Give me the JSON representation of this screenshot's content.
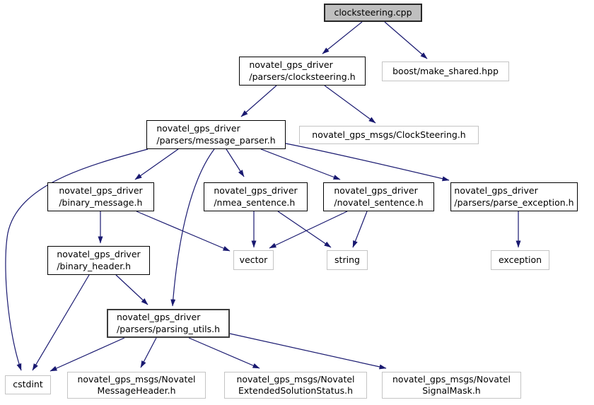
{
  "diagram": {
    "type": "include-dependency-graph",
    "root_file": "clocksteering.cpp",
    "colors": {
      "background": "#ffffff",
      "edge": "#191970",
      "node_fill": "#ffffff",
      "node_border": "#000000",
      "external_node_border": "#c4c4c4",
      "root_node_fill": "#bfbfbf",
      "text": "#000000"
    },
    "nodes": [
      {
        "id": "clocksteering-cpp",
        "label": "clocksteering.cpp",
        "type": "root"
      },
      {
        "id": "parsers-clocksteering-h",
        "label": "novatel_gps_driver\n/parsers/clocksteering.h",
        "type": "internal"
      },
      {
        "id": "boost-make-shared-hpp",
        "label": "boost/make_shared.hpp",
        "type": "external"
      },
      {
        "id": "parsers-message-parser-h",
        "label": "novatel_gps_driver\n/parsers/message_parser.h",
        "type": "internal"
      },
      {
        "id": "msgs-clocksteering-h",
        "label": "novatel_gps_msgs/ClockSteering.h",
        "type": "external"
      },
      {
        "id": "binary-message-h",
        "label": "novatel_gps_driver\n/binary_message.h",
        "type": "internal"
      },
      {
        "id": "nmea-sentence-h",
        "label": "novatel_gps_driver\n/nmea_sentence.h",
        "type": "internal"
      },
      {
        "id": "novatel-sentence-h",
        "label": "novatel_gps_driver\n/novatel_sentence.h",
        "type": "internal"
      },
      {
        "id": "parsers-parse-exception-h",
        "label": "novatel_gps_driver\n/parsers/parse_exception.h",
        "type": "internal"
      },
      {
        "id": "binary-header-h",
        "label": "novatel_gps_driver\n/binary_header.h",
        "type": "internal"
      },
      {
        "id": "vector",
        "label": "vector",
        "type": "external"
      },
      {
        "id": "string",
        "label": "string",
        "type": "external"
      },
      {
        "id": "exception",
        "label": "exception",
        "type": "external"
      },
      {
        "id": "parsers-parsing-utils-h",
        "label": "novatel_gps_driver\n/parsers/parsing_utils.h",
        "type": "internal"
      },
      {
        "id": "cstdint",
        "label": "cstdint",
        "type": "external"
      },
      {
        "id": "msgs-novatel-message-header-h",
        "label": "novatel_gps_msgs/Novatel\nMessageHeader.h",
        "type": "external"
      },
      {
        "id": "msgs-novatel-extended-solution-status-h",
        "label": "novatel_gps_msgs/Novatel\nExtendedSolutionStatus.h",
        "type": "external"
      },
      {
        "id": "msgs-novatel-signal-mask-h",
        "label": "novatel_gps_msgs/Novatel\nSignalMask.h",
        "type": "external"
      }
    ],
    "edges": [
      {
        "from": "clocksteering-cpp",
        "to": "parsers-clocksteering-h"
      },
      {
        "from": "clocksteering-cpp",
        "to": "boost-make-shared-hpp"
      },
      {
        "from": "parsers-clocksteering-h",
        "to": "parsers-message-parser-h"
      },
      {
        "from": "parsers-clocksteering-h",
        "to": "msgs-clocksteering-h"
      },
      {
        "from": "parsers-message-parser-h",
        "to": "binary-message-h"
      },
      {
        "from": "parsers-message-parser-h",
        "to": "nmea-sentence-h"
      },
      {
        "from": "parsers-message-parser-h",
        "to": "novatel-sentence-h"
      },
      {
        "from": "parsers-message-parser-h",
        "to": "parsers-parse-exception-h"
      },
      {
        "from": "parsers-message-parser-h",
        "to": "parsers-parsing-utils-h"
      },
      {
        "from": "parsers-message-parser-h",
        "to": "cstdint"
      },
      {
        "from": "binary-message-h",
        "to": "binary-header-h"
      },
      {
        "from": "binary-message-h",
        "to": "vector"
      },
      {
        "from": "nmea-sentence-h",
        "to": "vector"
      },
      {
        "from": "nmea-sentence-h",
        "to": "string"
      },
      {
        "from": "novatel-sentence-h",
        "to": "vector"
      },
      {
        "from": "novatel-sentence-h",
        "to": "string"
      },
      {
        "from": "parsers-parse-exception-h",
        "to": "exception"
      },
      {
        "from": "binary-header-h",
        "to": "cstdint"
      },
      {
        "from": "binary-header-h",
        "to": "parsers-parsing-utils-h"
      },
      {
        "from": "parsers-parsing-utils-h",
        "to": "cstdint"
      },
      {
        "from": "parsers-parsing-utils-h",
        "to": "msgs-novatel-message-header-h"
      },
      {
        "from": "parsers-parsing-utils-h",
        "to": "msgs-novatel-extended-solution-status-h"
      },
      {
        "from": "parsers-parsing-utils-h",
        "to": "msgs-novatel-signal-mask-h"
      }
    ]
  }
}
